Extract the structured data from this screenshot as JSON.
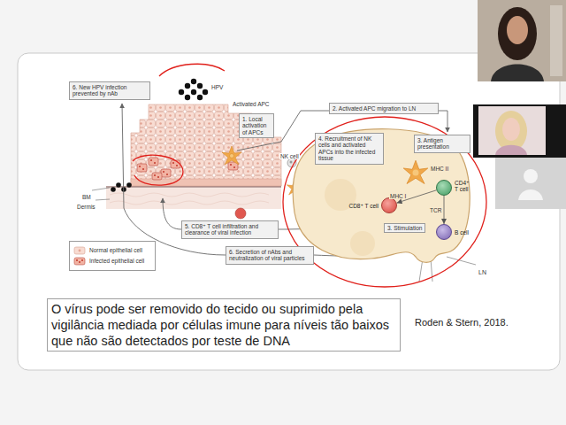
{
  "diagram": {
    "caption": "O vírus pode ser removido do tecido ou suprimido pela vigilância mediada por células imune para níveis tão baixos que não são detectados por teste de DNA",
    "nodes": [
      {
        "text": [
          "6. New HPV infection prevented by nAb"
        ]
      },
      {
        "text": [
          "1. Local activation of APCs"
        ]
      },
      {
        "text": [
          "2. Activated APC migration to LN"
        ]
      },
      {
        "text": [
          "4. Recruitment of NK cells and activated APCs into the infected tissue"
        ]
      },
      {
        "text": [
          "LN"
        ]
      },
      {
        "text": [
          "3. Antigen presentation"
        ],
        "in": 4
      },
      {
        "text": [
          "CD8⁺ T cell"
        ],
        "in": 4
      },
      {
        "text": [
          "CD4⁺ T cell"
        ],
        "in": 4
      },
      {
        "text": [
          "B cell"
        ],
        "in": 4
      },
      {
        "text": [
          "5. CD8⁺ T cell infiltration and clearance of viral infection"
        ]
      },
      {
        "text": [
          "6. Secretion of nAbs and neutralization of viral particles"
        ]
      }
    ],
    "edges": [
      {
        "from": 7,
        "to": 6,
        "arrow": "to"
      },
      {
        "from": 7,
        "to": 8,
        "arrow": "to"
      }
    ],
    "labels": [
      "HPV",
      "Activated APC",
      "NK cell",
      "BM",
      "Dermis",
      "MHC II",
      "MHC I",
      "TCR",
      "3. Stimulation",
      "Roden & Stern, 2018."
    ],
    "legend": [
      {
        "text": "Normal epithelial cell"
      },
      {
        "text": "Infected epithelial cell"
      }
    ]
  }
}
